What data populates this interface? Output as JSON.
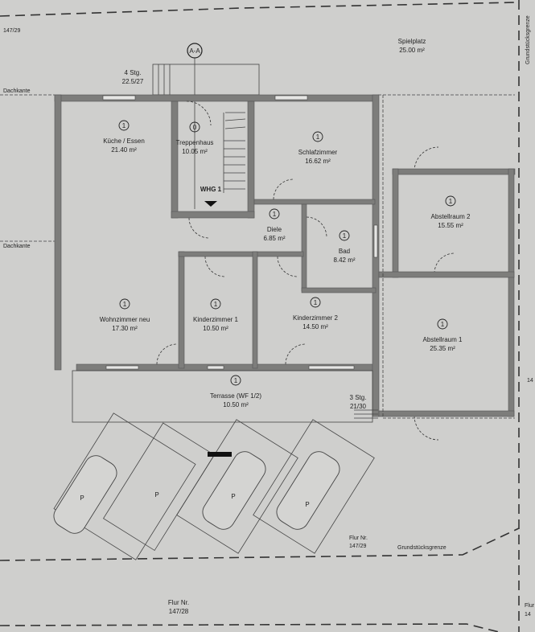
{
  "parcel_label_top": "147/29",
  "boundary_label_vertical": "Grundstücksgrenze",
  "section_marker": "A-A",
  "playground": {
    "name": "Spielplatz",
    "area": "25.00 m²"
  },
  "stairs_top": {
    "steps": "4 Stg.",
    "ratio": "22.5/27"
  },
  "stairs_bottom": {
    "steps": "3 Stg.",
    "ratio": "21/30"
  },
  "roof_edge_label": "Dachkante",
  "apartment_label": "WHG 1",
  "rooms": [
    {
      "level": "1",
      "name": "Küche / Essen",
      "area": "21.40 m²"
    },
    {
      "level": "0",
      "name": "Treppenhaus",
      "area": "10.05 m²"
    },
    {
      "level": "1",
      "name": "Schlafzimmer",
      "area": "16.62 m²"
    },
    {
      "level": "1",
      "name": "Diele",
      "area": "6.85 m²"
    },
    {
      "level": "1",
      "name": "Bad",
      "area": "8.42 m²"
    },
    {
      "level": "1",
      "name": "Abstellraum 2",
      "area": "15.55 m²"
    },
    {
      "level": "1",
      "name": "Wohnzimmer neu",
      "area": "17.30 m²"
    },
    {
      "level": "1",
      "name": "Kinderzimmer 1",
      "area": "10.50 m²"
    },
    {
      "level": "1",
      "name": "Kinderzimmer 2",
      "area": "14.50 m²"
    },
    {
      "level": "1",
      "name": "Abstellraum 1",
      "area": "25.35 m²"
    },
    {
      "level": "1",
      "name": "Terrasse (WF 1/2)",
      "area": "10.50 m²"
    }
  ],
  "parking_label": "P",
  "parcel_bottom_right": {
    "label": "Flur Nr.",
    "number": "147/29"
  },
  "parcel_bottom": {
    "label": "Flur Nr.",
    "number": "147/28"
  },
  "boundary_label": "Grundstücksgrenze",
  "edge_labels": [
    "14",
    "Flur",
    "14"
  ]
}
